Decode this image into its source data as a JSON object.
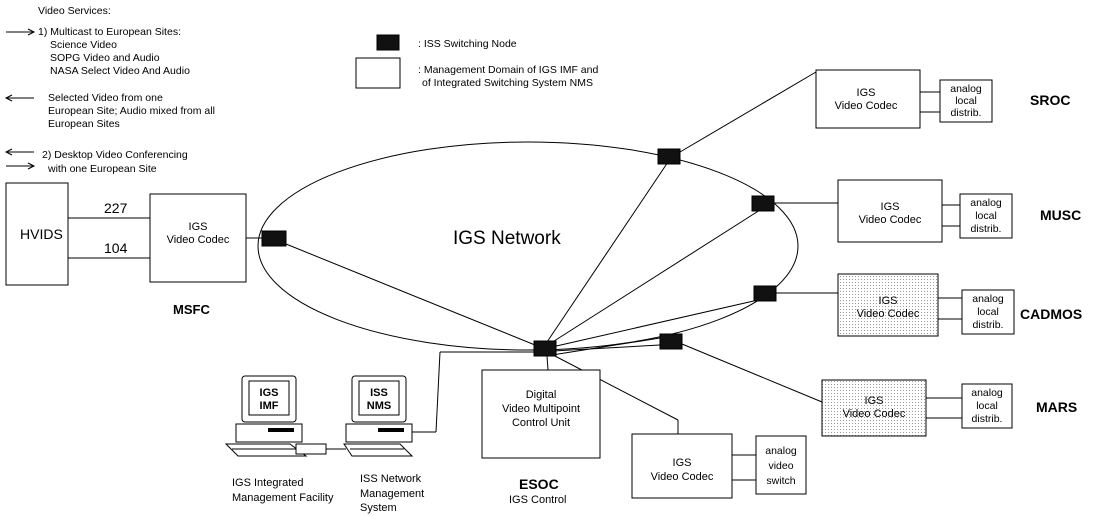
{
  "legend": {
    "video_services_title": "Video Services:",
    "item1_line1": "1) Multicast to European Sites:",
    "item1_line2": "Science Video",
    "item1_line3": "SOPG Video and Audio",
    "item1_line4": "NASA Select Video And Audio",
    "selected_line1": "Selected  Video from one",
    "selected_line2": "European Site; Audio mixed  from all",
    "selected_line3": "European Sites",
    "item2_line1": "2) Desktop Video Conferencing",
    "item2_line2": "with one European Site",
    "node_label": ": ISS Switching Node",
    "domain_line1": ": Management Domain of IGS IMF and",
    "domain_line2": "of Integrated Switching System NMS"
  },
  "network": {
    "label": "IGS Network"
  },
  "msfc": {
    "hvids": "HVIDS",
    "channel_top": "227",
    "channel_bottom": "104",
    "codec_line1": "IGS",
    "codec_line2": "Video Codec",
    "site": "MSFC"
  },
  "remote_sites": [
    {
      "site": "SROC",
      "codec_line1": "IGS",
      "codec_line2": "Video Codec",
      "dist_line1": "analog",
      "dist_line2": "local",
      "dist_line3": "distrib.",
      "shaded": false
    },
    {
      "site": "MUSC",
      "codec_line1": "IGS",
      "codec_line2": "Video Codec",
      "dist_line1": "analog",
      "dist_line2": "local",
      "dist_line3": "distrib.",
      "shaded": false
    },
    {
      "site": "CADMOS",
      "codec_line1": "IGS",
      "codec_line2": "Video Codec",
      "dist_line1": "analog",
      "dist_line2": "local",
      "dist_line3": "distrib.",
      "shaded": true
    },
    {
      "site": "MARS",
      "codec_line1": "IGS",
      "codec_line2": "Video Codec",
      "dist_line1": "analog",
      "dist_line2": "local",
      "dist_line3": "distrib.",
      "shaded": true
    }
  ],
  "esoc": {
    "mcu_line1": "Digital",
    "mcu_line2": "Video Multipoint",
    "mcu_line3": "Control Unit",
    "site": "ESOC",
    "subtitle": "IGS Control",
    "codec_line1": "IGS",
    "codec_line2": "Video Codec",
    "switch_line1": "analog",
    "switch_line2": "video",
    "switch_line3": "switch"
  },
  "workstations": {
    "imf_screen_line1": "IGS",
    "imf_screen_line2": "IMF",
    "imf_caption_line1": "IGS Integrated",
    "imf_caption_line2": "Management Facility",
    "nms_screen_line1": "ISS",
    "nms_screen_line2": "NMS",
    "nms_caption_line1": "ISS Network",
    "nms_caption_line2": "Management",
    "nms_caption_line3": "System"
  },
  "icons": [
    "right-arrow-icon",
    "left-arrow-icon",
    "bidirectional-arrow-icon",
    "switching-node-icon",
    "workstation-icon"
  ]
}
